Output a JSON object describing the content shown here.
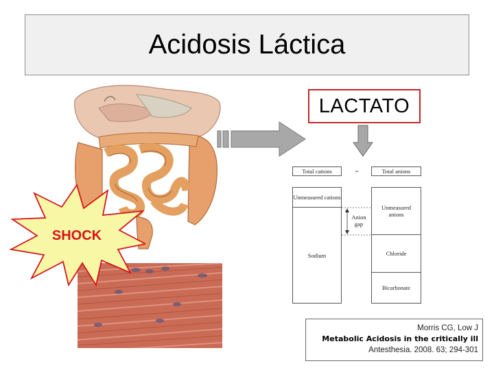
{
  "slide": {
    "title": "Acidosis Láctica",
    "lactato_label": "LACTATO",
    "shock_label": "SHOCK"
  },
  "anion_gap": {
    "total_cations": "Total cations",
    "equals": "=",
    "total_anions": "Total anions",
    "unmeasured_cations": "Unmeasured cations",
    "anion_gap_line1": "Anion",
    "anion_gap_line2": "gap",
    "unmeasured_anions_line1": "Unmeasured",
    "unmeasured_anions_line2": "anions",
    "sodium": "Sodium",
    "chloride": "Chloride",
    "bicarbonate": "Bicarbonate"
  },
  "citation": {
    "authors": "Morris CG, Low J",
    "article": "Metabolic Acidosis in the critically ill",
    "journal": "Antesthesia. 2008. 63; 294-301"
  },
  "colors": {
    "shock_fill": "#f7f7a6",
    "shock_text": "#d4141c",
    "lactato_border": "#c0262a",
    "arrow_fill": "#a8a8a8",
    "intestine": "#e3a060",
    "muscle": "#c25a4a"
  }
}
